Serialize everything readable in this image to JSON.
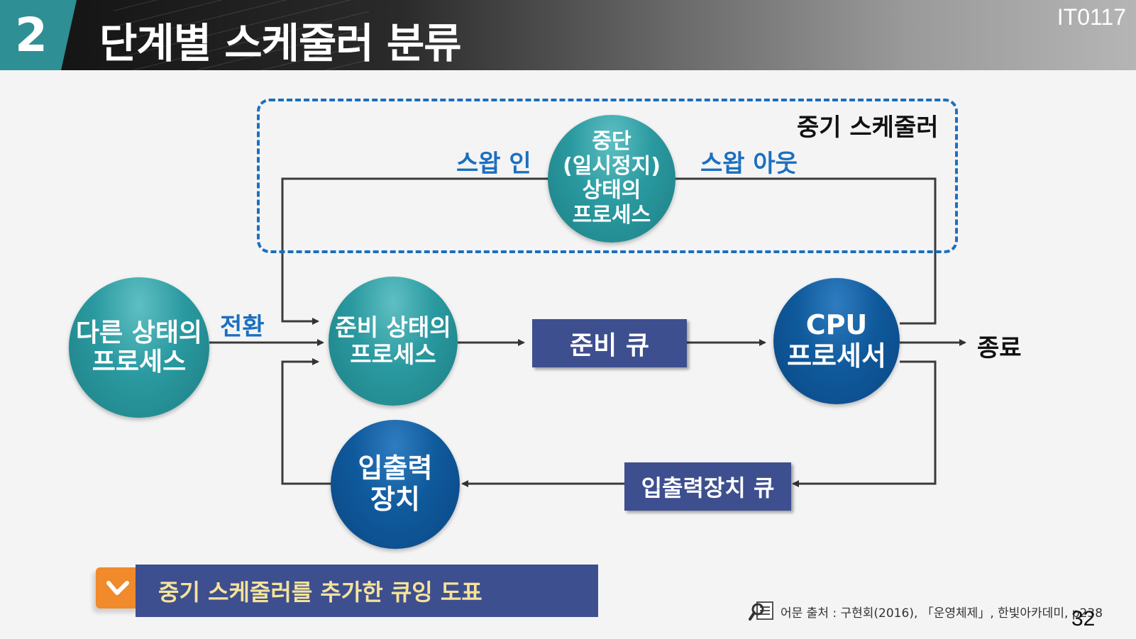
{
  "header": {
    "section_number": "2",
    "title": "단계별 스케줄러 분류",
    "slide_code": "IT0117"
  },
  "diagram": {
    "group_label": "중기 스케줄러",
    "nodes": {
      "suspended": "중단\n(일시정지)\n상태의\n프로세스",
      "other_state": "다른 상태의\n프로세스",
      "ready_process": "준비 상태의\n프로세스",
      "ready_queue": "준비 큐",
      "cpu": "CPU\n프로세서",
      "io_device": "입출력\n장치",
      "io_queue": "입출력장치 큐"
    },
    "edge_labels": {
      "swap_in": "스왑 인",
      "swap_out": "스왑 아웃",
      "transition": "전환",
      "terminate": "종료"
    }
  },
  "caption": "중기 스케줄러를 추가한 큐잉 도표",
  "source": "어문 출처 : 구현회(2016), 「운영체제」, 한빛아카데미, p238",
  "page_number": "32",
  "colors": {
    "teal": "#2a9aa0",
    "navy": "#0f5a9c",
    "box": "#3e4f8f",
    "dashed_border": "#1b6fc0",
    "caption_text": "#f6e39a",
    "check_tab": "#f08a2a"
  }
}
